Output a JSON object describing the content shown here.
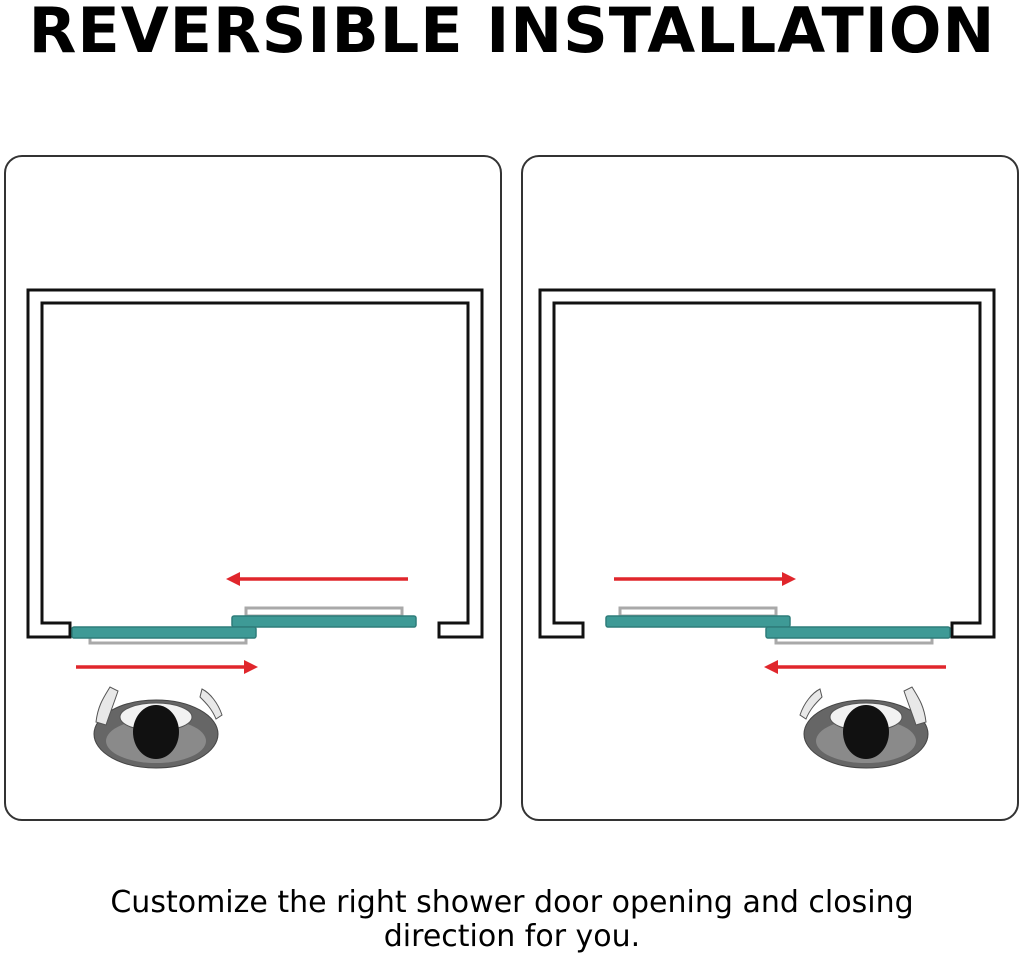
{
  "heading": "REVERSIBLE INSTALLATION",
  "caption": {
    "line1": "Customize the right shower door opening and closing",
    "line2": "direction for you."
  },
  "colors": {
    "text": "#333333",
    "frame": "#111111",
    "glass": "#3e9a96",
    "glass_edge": "#2f7d7a",
    "track": "#a9a9a9",
    "arrow": "#e0262c",
    "person_body": "#666666",
    "person_head": "#111111"
  },
  "panels": [
    {
      "label": "left-configuration",
      "arrow_top": "left",
      "arrow_bottom": "right",
      "person_side": "left"
    },
    {
      "label": "right-configuration",
      "arrow_top": "right",
      "arrow_bottom": "left",
      "person_side": "right"
    }
  ]
}
